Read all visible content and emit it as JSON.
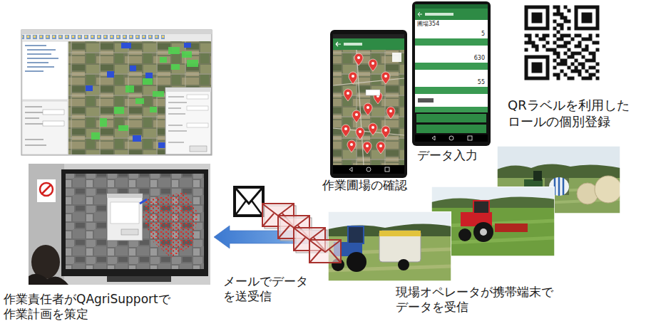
{
  "diagram": {
    "nodes": [
      {
        "text": [
          "作業責任者がQAgriSupportで 作業計画を策定"
        ]
      },
      {
        "text": [
          "作業圃場の確認"
        ]
      },
      {
        "text": [
          "データ入力"
        ]
      },
      {
        "text": [
          "QRラベルを利用した ロールの個別登録"
        ]
      },
      {
        "text": [
          "現場オペレータが携帯端末で データを受信"
        ]
      }
    ],
    "edges": [
      {
        "from": 4,
        "to": 0,
        "label": "メールでデータ を送受信",
        "arrow": "to"
      }
    ],
    "labels": [
      "圃場354",
      "5",
      "630",
      "55"
    ]
  }
}
